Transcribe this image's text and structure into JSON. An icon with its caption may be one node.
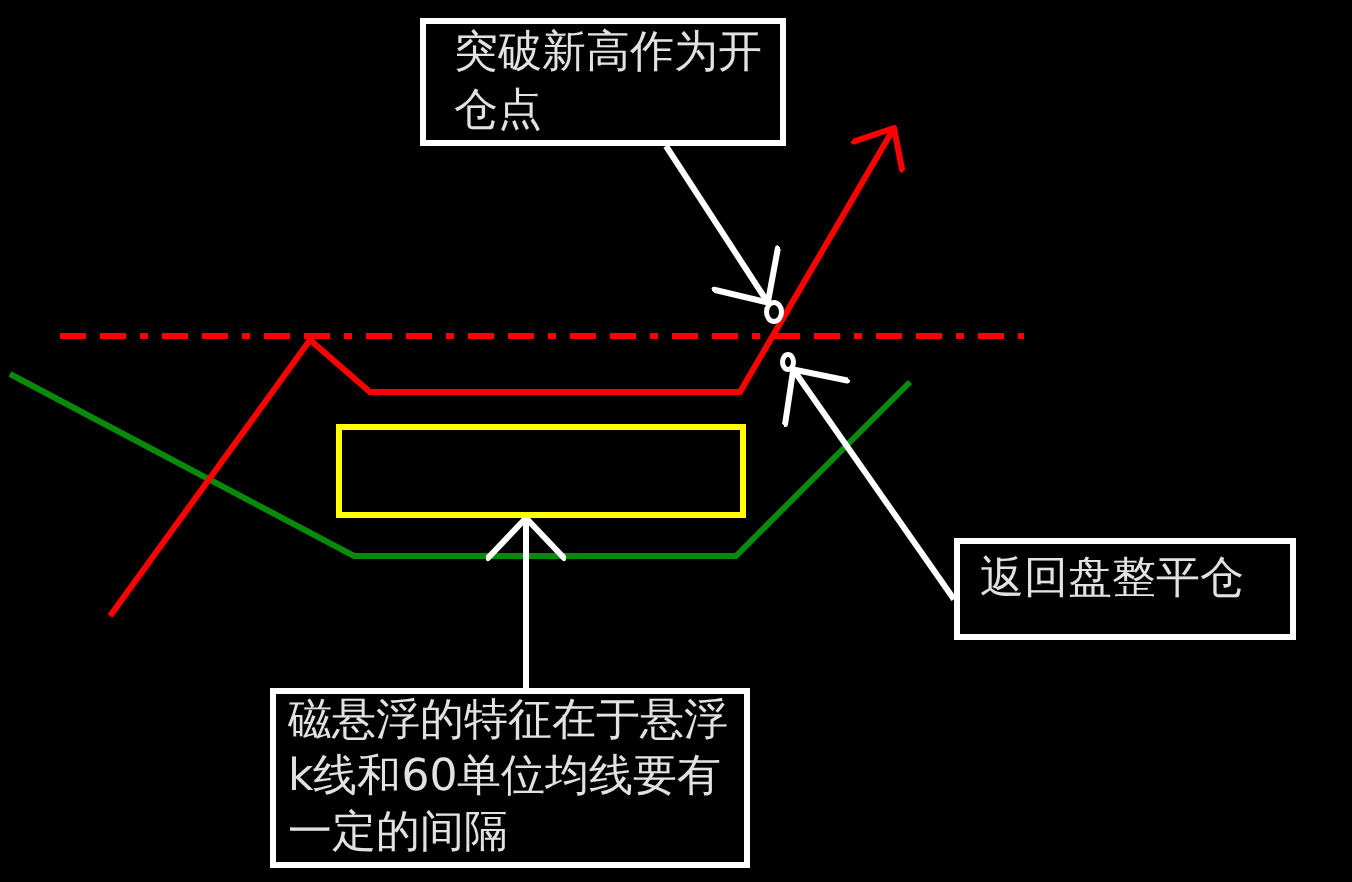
{
  "diagram": {
    "nodes": [
      {
        "text": [
          "突破新高作为开仓点"
        ]
      },
      {
        "text": [],
        "shape": "circle"
      },
      {
        "text": [],
        "shape": "circle"
      },
      {
        "text": [],
        "shape": "box"
      },
      {
        "text": [
          "返回盘整平仓"
        ]
      },
      {
        "text": [
          "磁悬浮的特征在于悬浮k线和60单位均线要有一定的间隔"
        ]
      }
    ],
    "edges": [
      {
        "from": 0,
        "to": 1,
        "arrow": "to"
      },
      {
        "from": 4,
        "to": 2,
        "arrow": "to"
      },
      {
        "from": 5,
        "to": 3,
        "arrow": "to"
      }
    ]
  }
}
